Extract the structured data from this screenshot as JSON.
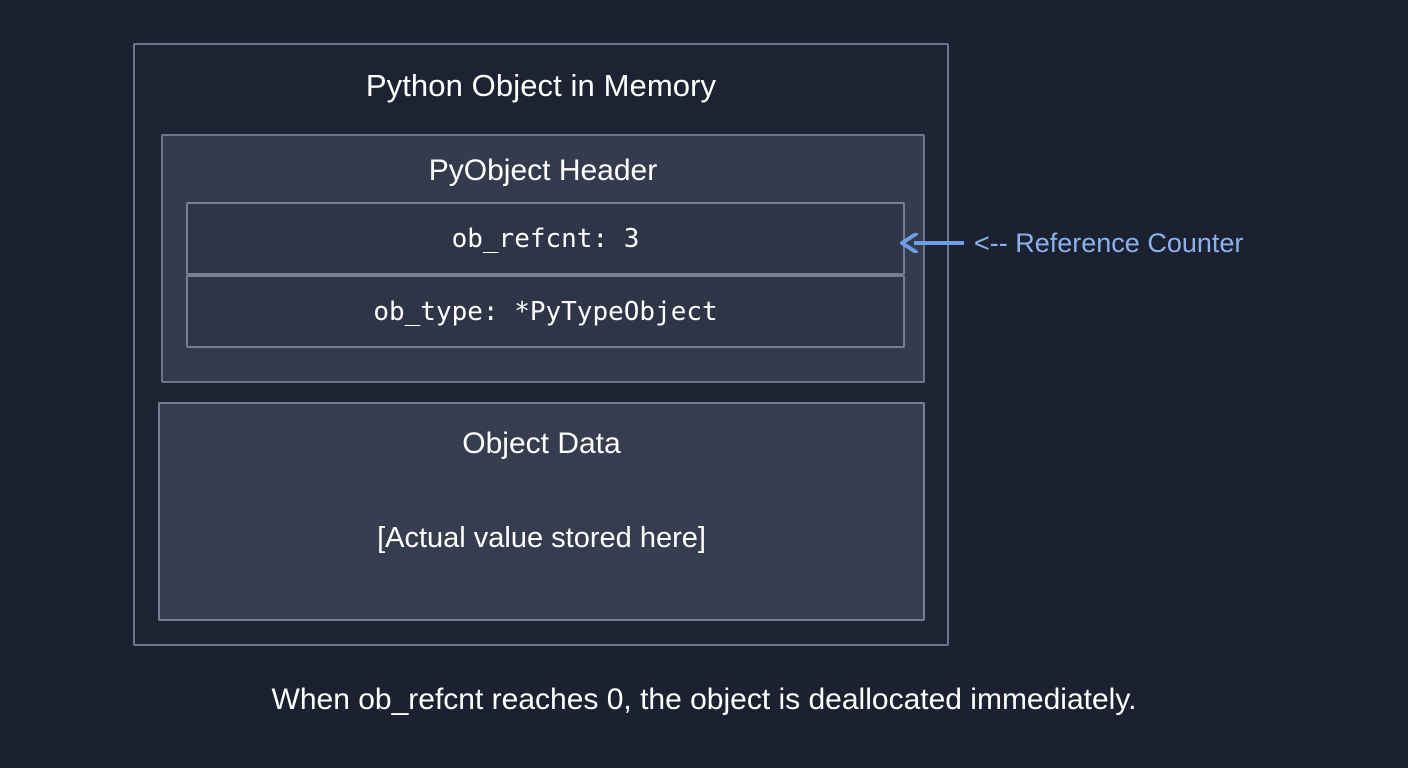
{
  "page": {
    "background_color": "#1b2130",
    "caption": "When ob_refcnt reaches 0, the object is deallocated immediately."
  },
  "diagram": {
    "outer_box": {
      "title": "Python Object in Memory",
      "border_color": "#6d7689",
      "fill_color": "#1d2332"
    },
    "header_panel": {
      "title": "PyObject Header",
      "border_color": "#6d7689",
      "fill_color": "#343b4c",
      "fields": [
        {
          "label": "ob_refcnt: 3",
          "name": "ob_refcnt",
          "value": "3"
        },
        {
          "label": "ob_type: *PyTypeObject",
          "name": "ob_type",
          "value": "*PyTypeObject"
        }
      ]
    },
    "data_panel": {
      "title": "Object Data",
      "value": "[Actual value stored here]",
      "border_color": "#767f90",
      "fill_color": "#363d4e"
    },
    "annotation": {
      "arrow_icon": "left-arrow-icon",
      "label": "<-- Reference Counter",
      "color": "#8cb2ec",
      "points_to": "ob_refcnt"
    }
  }
}
